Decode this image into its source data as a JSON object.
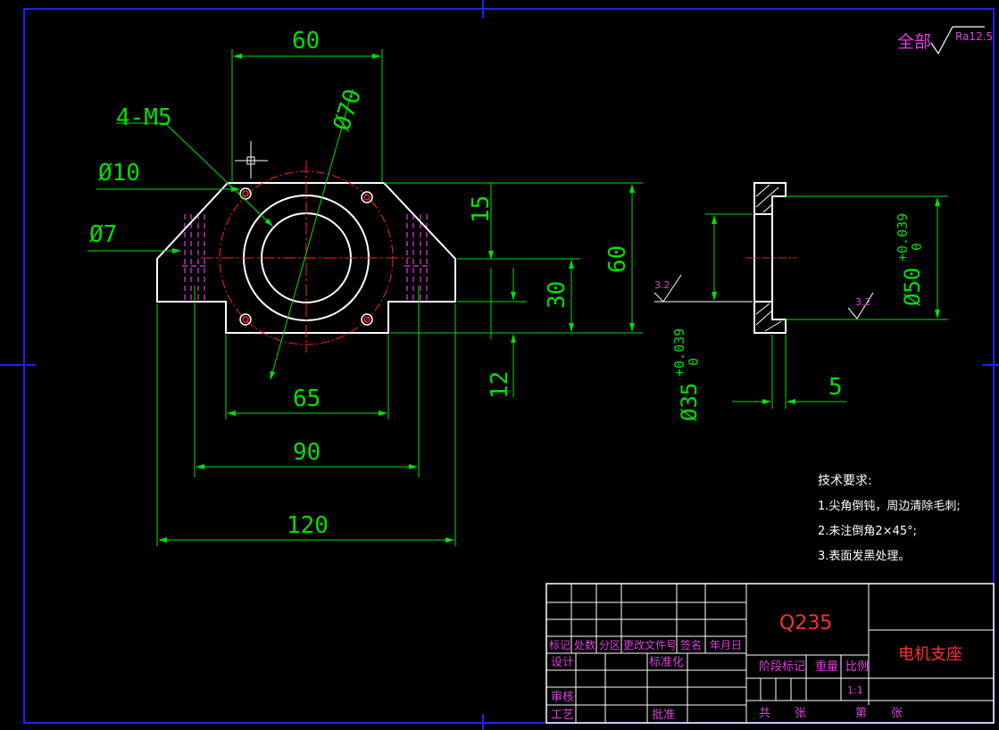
{
  "colors": {
    "background": "#000000",
    "frame": "#2020ff",
    "outline": "#ffffff",
    "dimension": "#00e000",
    "center_line": "#ff2020",
    "hidden_line": "#e040e0",
    "annotation": "#e040e0"
  },
  "roughness": {
    "prefix": "全部",
    "value": "Ra12.5",
    "surface_mark": "3.2"
  },
  "dimensions": {
    "top_width": "60",
    "diameter_70": "Ø70",
    "holes": "4-M5",
    "dia_10": "Ø10",
    "dia_7": "Ø7",
    "h15": "15",
    "h60": "60",
    "h30": "30",
    "h12": "12",
    "w65": "65",
    "w90": "90",
    "w120": "120",
    "bore_35": "Ø35",
    "bore_35_tol_upper": "+0.039",
    "bore_35_tol_lower": "0",
    "bore_50": "Ø50",
    "bore_50_tol_upper": "+0.039",
    "bore_50_tol_lower": "0",
    "thk5": "5"
  },
  "tech_requirements": {
    "title": "技术要求:",
    "items": [
      "1.尖角倒钝，周边清除毛刺;",
      "2.未注倒角2×45°;",
      "3.表面发黑处理。"
    ]
  },
  "title_block": {
    "material": "Q235",
    "part_name": "电机支座",
    "header_row": [
      "标记",
      "处数",
      "分区",
      "更改文件号",
      "签名",
      "年月日"
    ],
    "design": "设计",
    "standardize": "标准化",
    "review": "审核",
    "process": "工艺",
    "approve": "批准",
    "stage_mark": "阶段标记",
    "weight": "重量",
    "scale_label": "比例",
    "scale": "1:1",
    "total_label": "共",
    "sheet_label": "张",
    "page_label": "第",
    "page_sheet": "张"
  }
}
